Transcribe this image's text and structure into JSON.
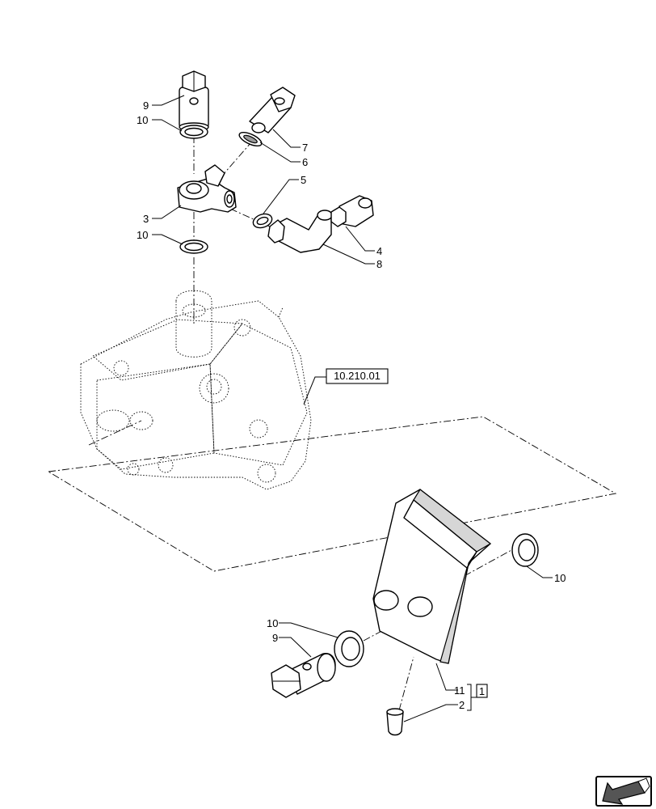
{
  "callouts": {
    "ref_page": "10.210.01",
    "p9_top": "9",
    "p10_a": "10",
    "p7": "7",
    "p6": "6",
    "p5": "5",
    "p3": "3",
    "p10_b": "10",
    "p4": "4",
    "p8": "8",
    "p10_c": "10",
    "p10_d": "10",
    "p9_bottom": "9",
    "p11": "11",
    "p11_box": "1",
    "p2": "2"
  },
  "nav_icon": "arrow-back-icon"
}
